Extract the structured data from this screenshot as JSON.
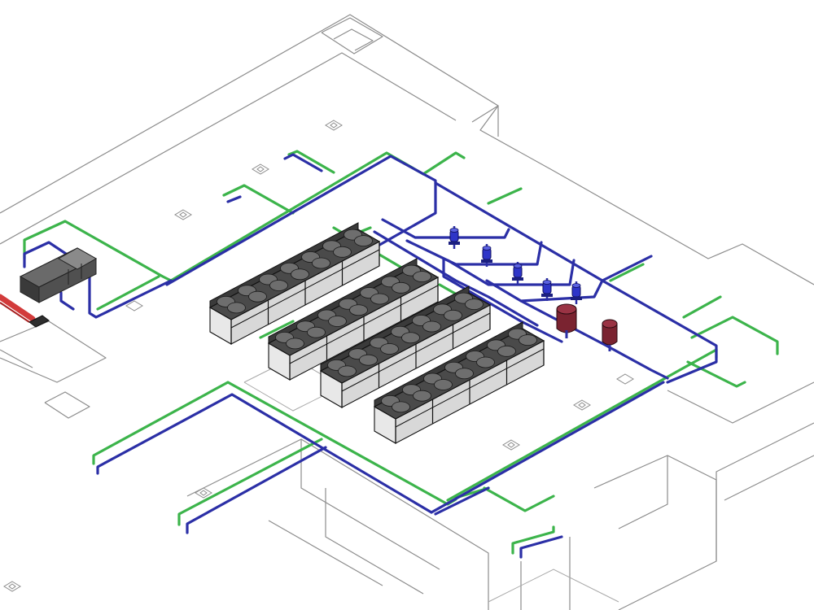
{
  "colors": {
    "background": "#ffffff",
    "building_outline": "#8c8c8c",
    "supply_pipe": "#3cb44b",
    "return_pipe": "#2b2fa6",
    "chiller_body": "#4a4a4a",
    "chiller_fan": "#6e6e6e",
    "pump": "#2e35c8",
    "expansion_tank": "#7a2330",
    "feed_line": "#d23b3b",
    "equipment_block": "#3c3c3c"
  },
  "components": {
    "chillers": [
      "chiller-1",
      "chiller-2",
      "chiller-3",
      "chiller-4"
    ],
    "pumps": [
      "pump-1",
      "pump-2",
      "pump-3",
      "pump-4",
      "pump-5"
    ],
    "tanks": [
      "expansion-tank-1",
      "expansion-tank-2"
    ],
    "air_handler": "air-handling-unit"
  }
}
